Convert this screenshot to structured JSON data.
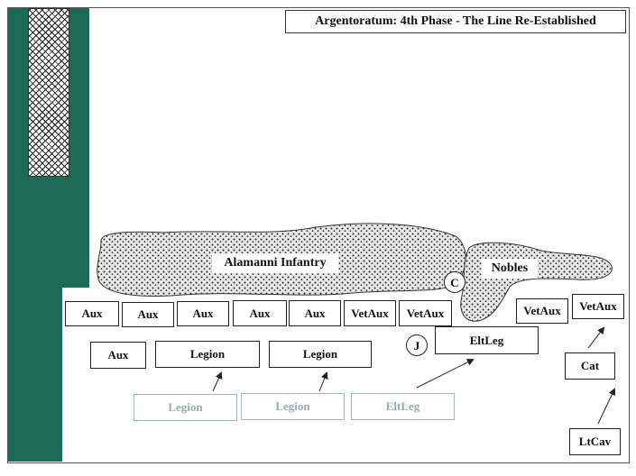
{
  "title": "Argentoratum:  4th Phase - The Line Re-Established",
  "blobs": {
    "alamanni": "Alamanni Infantry",
    "nobles": "Nobles"
  },
  "markers": {
    "c": "C",
    "j": "J"
  },
  "front_row": [
    "Aux",
    "Aux",
    "Aux",
    "Aux",
    "Aux",
    "VetAux",
    "VetAux"
  ],
  "right_units": {
    "vetaux_mid": "VetAux",
    "vetaux_right": "VetAux",
    "cat": "Cat",
    "ltcav": "LtCav"
  },
  "second_row": {
    "aux": "Aux",
    "legion_1": "Legion",
    "legion_2": "Legion",
    "eltleg": "EltLeg"
  },
  "previous_positions": [
    "Legion",
    "Legion",
    "EltLeg"
  ],
  "colors": {
    "side_bar": "#1d6b57",
    "faded": "#9aa9b0"
  }
}
